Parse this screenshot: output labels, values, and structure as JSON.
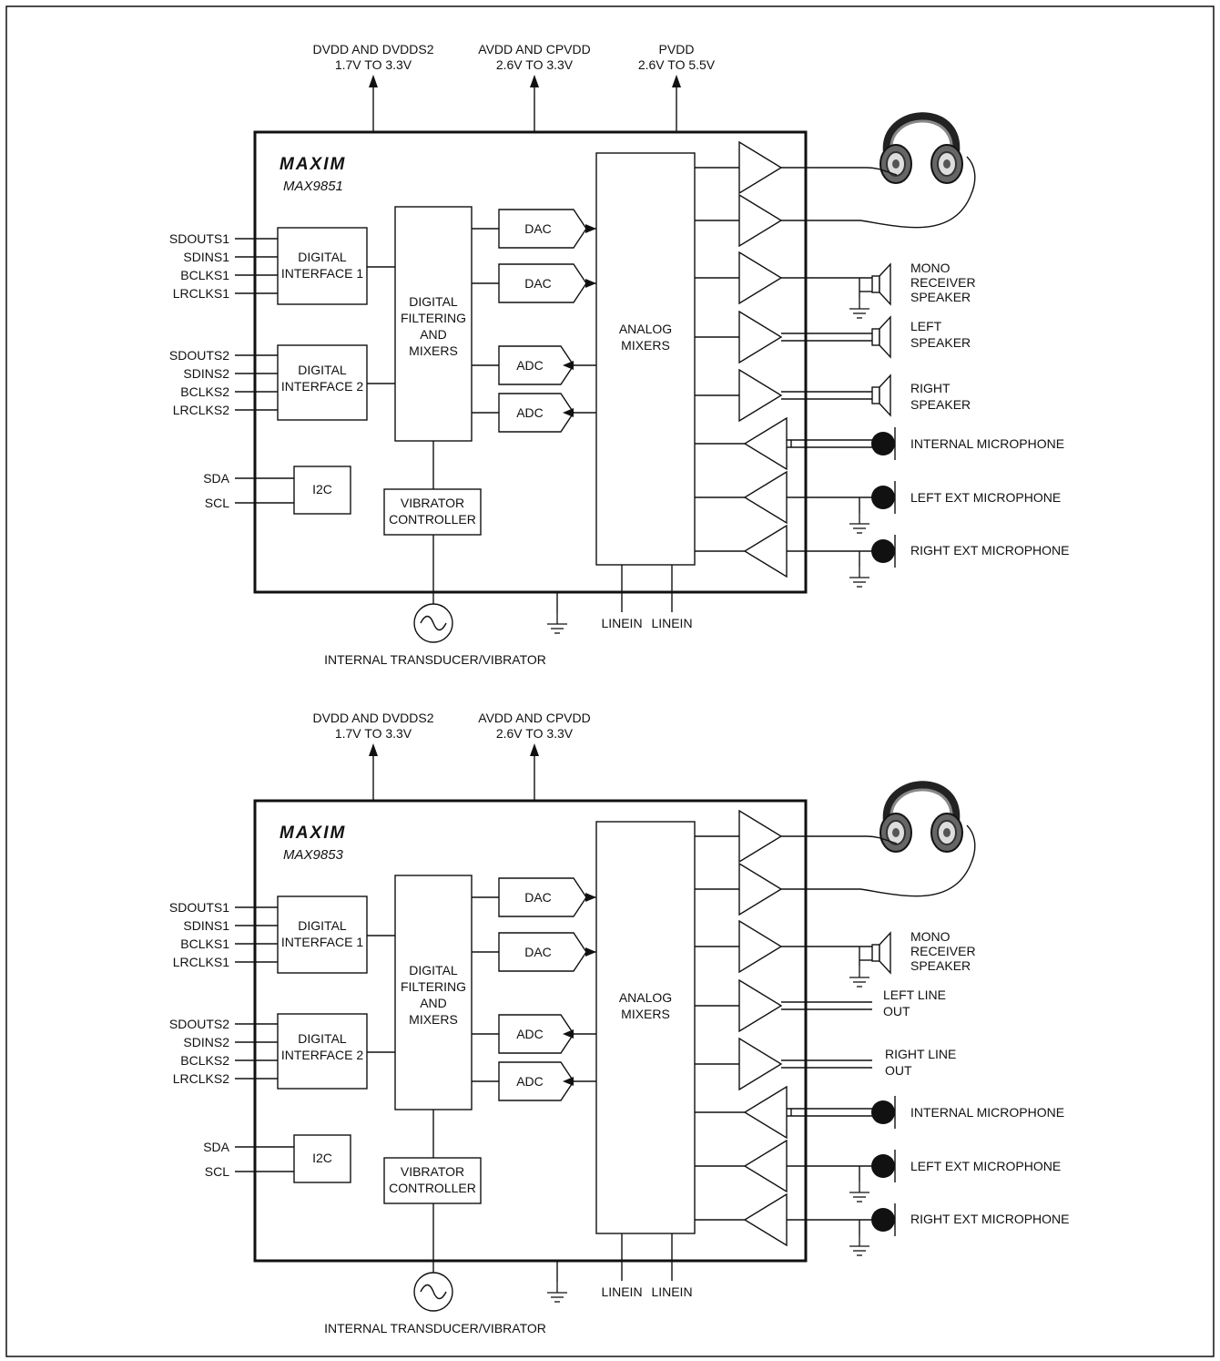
{
  "top": {
    "supply_dv": "DVDD AND DVDDS2",
    "supply_dv_range": "1.7V TO 3.3V",
    "supply_av": "AVDD AND CPVDD",
    "supply_av_range": "2.6V TO 3.3V",
    "supply_pv": "PVDD",
    "supply_pv_range": "2.6V TO 5.5V",
    "brand": "MAXIM",
    "part": "MAX9851",
    "pins_if1": [
      "SDOUTS1",
      "SDINS1",
      "BCLKS1",
      "LRCLKS1"
    ],
    "pins_if2": [
      "SDOUTS2",
      "SDINS2",
      "BCLKS2",
      "LRCLKS2"
    ],
    "pins_i2c": [
      "SDA",
      "SCL"
    ],
    "digital_if1": [
      "DIGITAL",
      "INTERFACE 1"
    ],
    "digital_if2": [
      "DIGITAL",
      "INTERFACE 2"
    ],
    "i2c": "I2C",
    "filter": [
      "DIGITAL",
      "FILTERING",
      "AND",
      "MIXERS"
    ],
    "dac": "DAC",
    "adc": "ADC",
    "vibrator": [
      "VIBRATOR",
      "CONTROLLER"
    ],
    "mixers": [
      "ANALOG",
      "MIXERS"
    ],
    "linein": "LINEIN",
    "transducer": "INTERNAL TRANSDUCER/VIBRATOR",
    "mono": [
      "MONO",
      "RECEIVER",
      "SPEAKER"
    ],
    "left_out": [
      "LEFT",
      "SPEAKER"
    ],
    "right_out": [
      "RIGHT",
      "SPEAKER"
    ],
    "mic_int": "INTERNAL MICROPHONE",
    "mic_left": "LEFT EXT MICROPHONE",
    "mic_right": "RIGHT EXT MICROPHONE"
  },
  "bottom": {
    "supply_dv": "DVDD AND DVDDS2",
    "supply_dv_range": "1.7V TO 3.3V",
    "supply_av": "AVDD AND CPVDD",
    "supply_av_range": "2.6V TO 3.3V",
    "brand": "MAXIM",
    "part": "MAX9853",
    "pins_if1": [
      "SDOUTS1",
      "SDINS1",
      "BCLKS1",
      "LRCLKS1"
    ],
    "pins_if2": [
      "SDOUTS2",
      "SDINS2",
      "BCLKS2",
      "LRCLKS2"
    ],
    "pins_i2c": [
      "SDA",
      "SCL"
    ],
    "digital_if1": [
      "DIGITAL",
      "INTERFACE 1"
    ],
    "digital_if2": [
      "DIGITAL",
      "INTERFACE 2"
    ],
    "i2c": "I2C",
    "filter": [
      "DIGITAL",
      "FILTERING",
      "AND",
      "MIXERS"
    ],
    "dac": "DAC",
    "adc": "ADC",
    "vibrator": [
      "VIBRATOR",
      "CONTROLLER"
    ],
    "mixers": [
      "ANALOG",
      "MIXERS"
    ],
    "linein": "LINEIN",
    "transducer": "INTERNAL TRANSDUCER/VIBRATOR",
    "mono": [
      "MONO",
      "RECEIVER",
      "SPEAKER"
    ],
    "left_out": [
      "LEFT LINE",
      "OUT"
    ],
    "right_out": [
      "RIGHT LINE",
      "OUT"
    ],
    "mic_int": "INTERNAL MICROPHONE",
    "mic_left": "LEFT EXT MICROPHONE",
    "mic_right": "RIGHT EXT MICROPHONE"
  }
}
